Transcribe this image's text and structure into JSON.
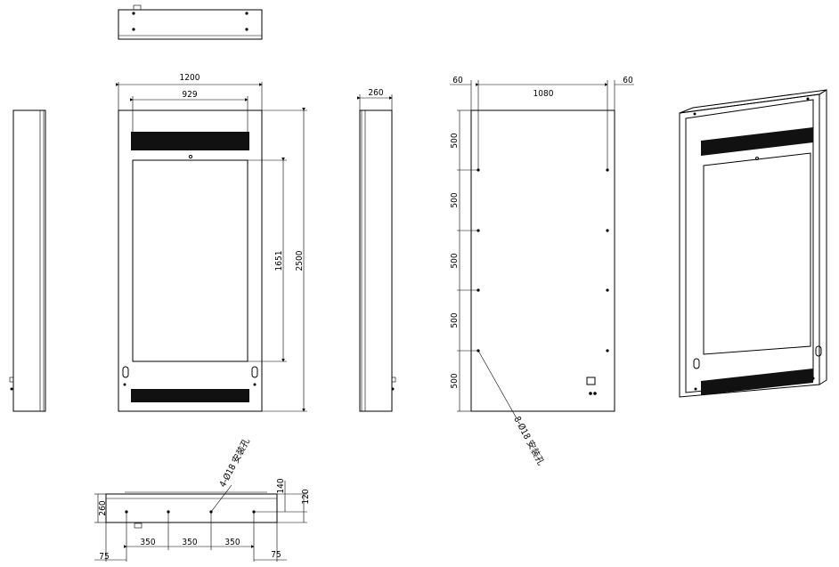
{
  "dimensions": {
    "front_width": "1200",
    "screen_width": "929",
    "screen_height": "1651",
    "total_height": "2500",
    "side_depth": "260",
    "back_margin_left": "60",
    "back_margin_right": "60",
    "back_hole_span": "1080",
    "back_pitch_1": "500",
    "back_pitch_2": "500",
    "back_pitch_3": "500",
    "back_pitch_4": "500",
    "back_pitch_5": "500",
    "back_holes_note": "8-Ø18 安装孔",
    "bottom_holes_note": "4-Ø18 安装孔",
    "bottom_depth": "260",
    "bottom_offset_140": "140",
    "bottom_offset_120": "120",
    "bottom_pitch_1": "350",
    "bottom_pitch_2": "350",
    "bottom_pitch_3": "350",
    "bottom_edge_left": "75",
    "bottom_edge_right": "75"
  },
  "colors": {
    "line": "#000000",
    "grille": "#111111",
    "background": "#ffffff"
  }
}
